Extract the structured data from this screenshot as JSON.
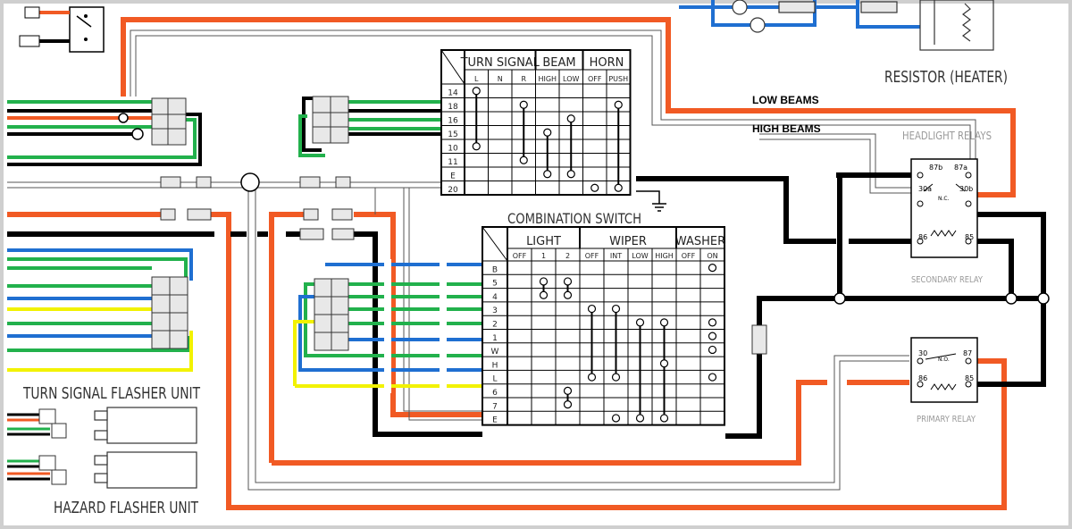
{
  "labels": {
    "low_beams": "LOW BEAMS",
    "high_beams": "HIGH BEAMS",
    "resistor": "RESISTOR (HEATER)",
    "headlight_relays": "HEADLIGHT RELAYS",
    "secondary_relay": "SECONDARY RELAY",
    "primary_relay": "PRIMARY RELAY",
    "turn_signal_flasher": "TURN SIGNAL FLASHER UNIT",
    "hazard_flasher": "HAZARD FLASHER UNIT",
    "combination_switch": "COMBINATION SWITCH"
  },
  "relay_pins": {
    "pin_87b": "87b",
    "pin_87a": "87a",
    "pin_30a": "30a",
    "pin_30b": "30b",
    "pin_86": "86",
    "pin_85": "85",
    "pin_30": "30",
    "pin_87": "87",
    "nc": "N.C.",
    "no": "N.O."
  },
  "turn_table": {
    "groups": [
      "TURN SIGNAL",
      "BEAM",
      "HORN"
    ],
    "columns": [
      "L",
      "N",
      "R",
      "HIGH",
      "LOW",
      "OFF",
      "PUSH"
    ],
    "rows": [
      "14",
      "18",
      "16",
      "15",
      "10",
      "11",
      "E",
      "20"
    ]
  },
  "combo_table": {
    "groups": [
      "LIGHT",
      "WIPER",
      "WASHER"
    ],
    "columns": [
      "OFF",
      "1",
      "2",
      "OFF",
      "INT",
      "LOW",
      "HIGH",
      "OFF",
      "ON"
    ],
    "rows": [
      "B",
      "5",
      "4",
      "3",
      "2",
      "1",
      "W",
      "H",
      "L",
      "6",
      "7",
      "E"
    ]
  },
  "colors": {
    "red": "#f15a24",
    "black": "#000000",
    "green": "#22b14c",
    "blue": "#1f6fd1",
    "yellow": "#f2f200",
    "gray_text": "#999999"
  }
}
